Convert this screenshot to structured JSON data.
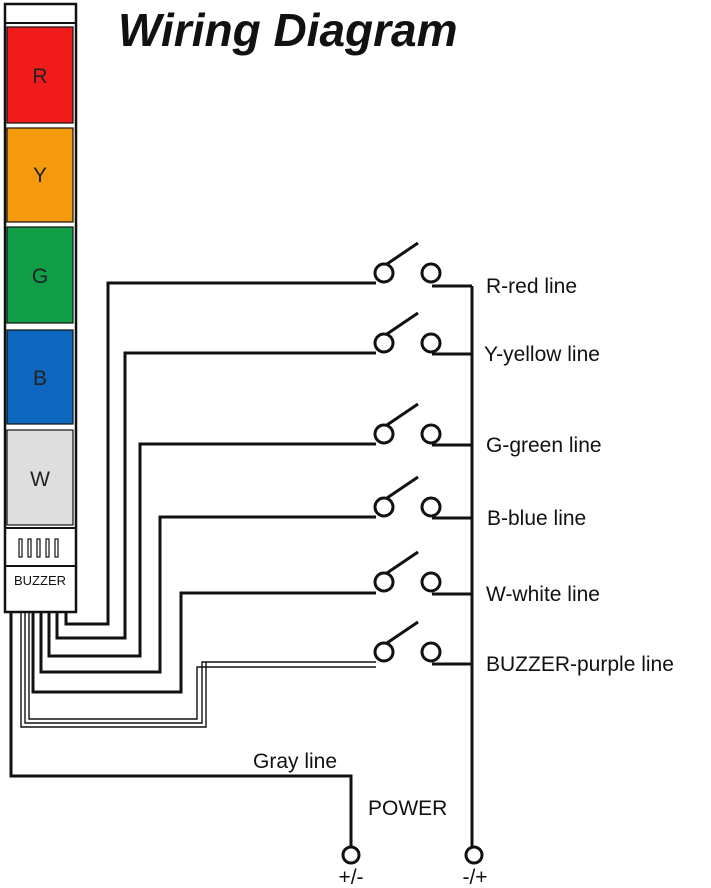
{
  "title": "Wiring Diagram",
  "tower": {
    "segments": [
      {
        "letter": "R",
        "color": "#f21b1b"
      },
      {
        "letter": "Y",
        "color": "#f59a0c"
      },
      {
        "letter": "G",
        "color": "#119c46"
      },
      {
        "letter": "B",
        "color": "#0d67bf"
      },
      {
        "letter": "W",
        "color": "#dedede"
      }
    ],
    "buzzer_label": "BUZZER"
  },
  "lines": [
    {
      "label": "R-red line"
    },
    {
      "label": "Y-yellow line"
    },
    {
      "label": "G-green line"
    },
    {
      "label": "B-blue line"
    },
    {
      "label": "W-white line"
    },
    {
      "label": "BUZZER-purple line"
    }
  ],
  "gray_line_label": "Gray line",
  "power_label": "POWER",
  "terminals": {
    "left": "+/-",
    "right": "-/+"
  }
}
